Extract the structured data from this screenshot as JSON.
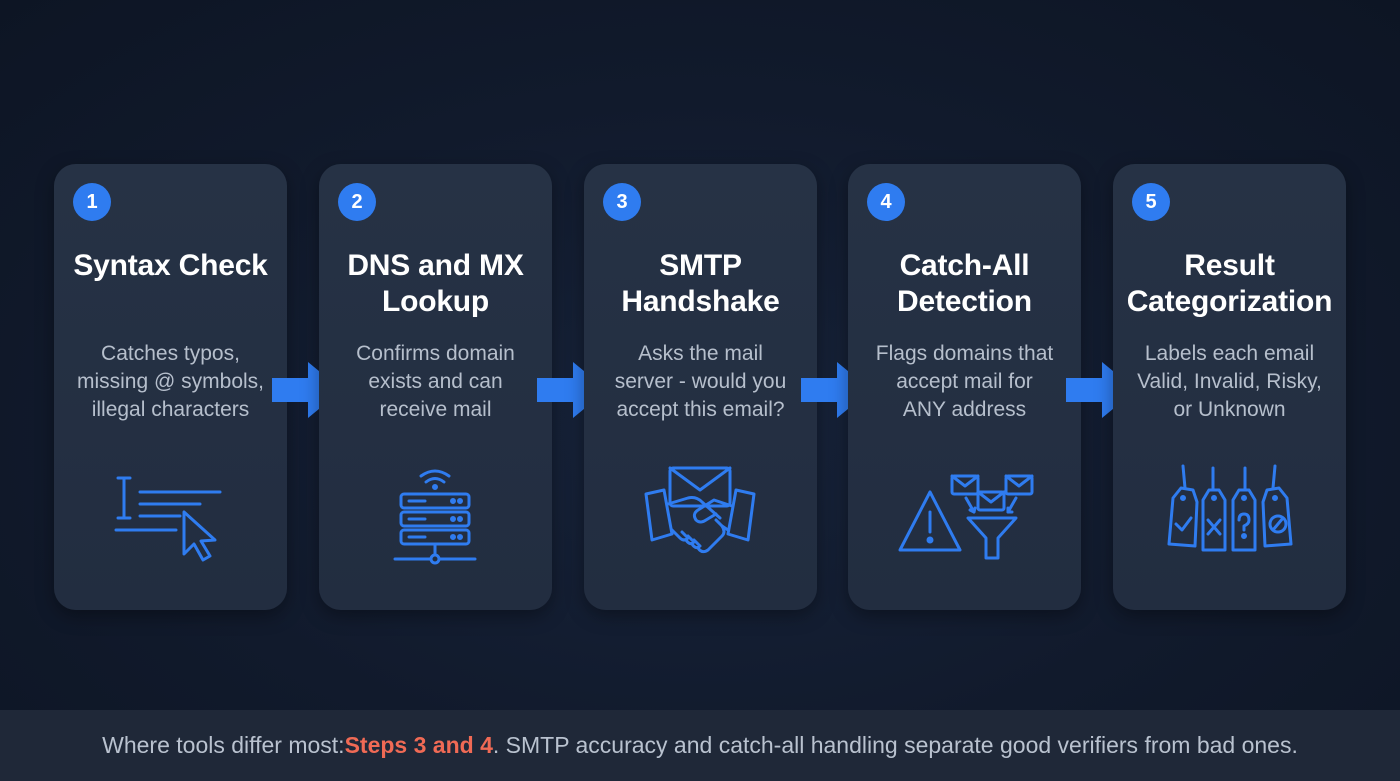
{
  "steps": [
    {
      "number": "1",
      "title": "Syntax Check",
      "description": "Catches typos,\nmissing @ symbols,\nillegal characters",
      "icon": "text-cursor-pointer-icon"
    },
    {
      "number": "2",
      "title": "DNS and MX\nLookup",
      "description": "Confirms domain\nexists and can\nreceive mail",
      "icon": "server-wifi-icon"
    },
    {
      "number": "3",
      "title": "SMTP\nHandshake",
      "description": "Asks the mail\nserver - would you\naccept this email?",
      "icon": "envelope-handshake-icon"
    },
    {
      "number": "4",
      "title": "Catch-All\nDetection",
      "description": "Flags domains that\naccept mail for\nANY address",
      "icon": "warning-funnel-envelopes-icon"
    },
    {
      "number": "5",
      "title": "Result\nCategorization",
      "description": "Labels each email\nValid, Invalid, Risky,\nor Unknown",
      "icon": "status-tags-icon"
    }
  ],
  "footer": {
    "prefix": "Where tools differ most: ",
    "highlight": "Steps 3 and 4",
    "suffix": ". SMTP accuracy and catch-all handling separate good verifiers from bad ones."
  },
  "colors": {
    "background": "#111a2c",
    "card": "#253145",
    "accent": "#2f7cf0",
    "highlight": "#f06a55",
    "title": "#ffffff",
    "text": "#b6bfcc"
  }
}
